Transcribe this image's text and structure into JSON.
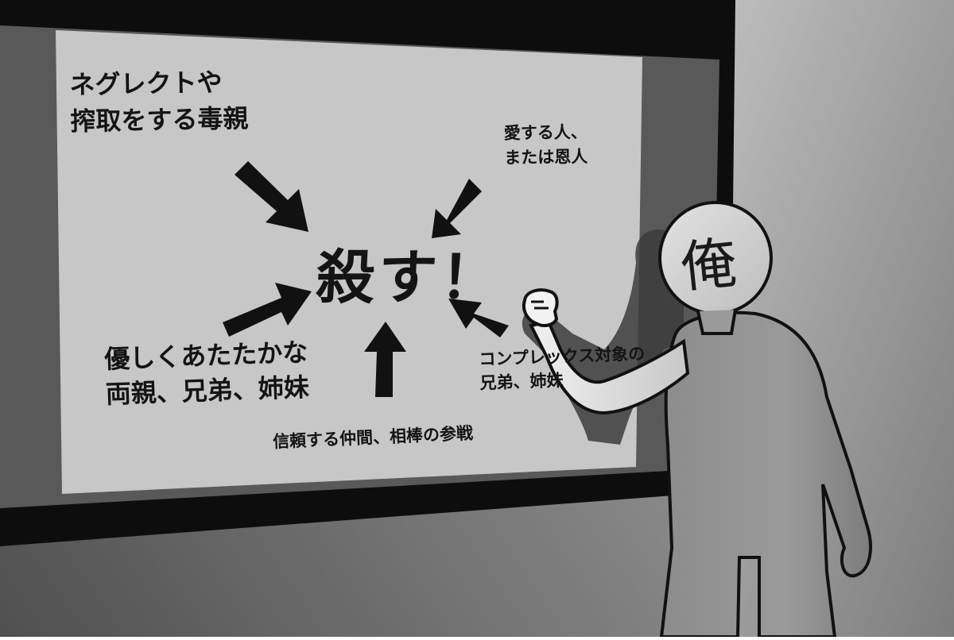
{
  "board": {
    "top_left_text": "ネグレクトや\n搾取をする毒親",
    "top_right_text": "愛する人、\nまたは恩人",
    "center_text": "殺す！",
    "bottom_left_text": "優しくあたたかな\n両親、兄弟、姉妹",
    "bottom_center_text": "信頼する仲間、相棒の参戦",
    "bottom_right_text": "コンプレックス対象の\n兄弟、姉妹"
  },
  "figure": {
    "head_kanji": "俺"
  },
  "colors": {
    "board_fill": "#c7c7c7",
    "frame": "#0d0d0d",
    "wall_light": "#bdbdbd",
    "wall_dark": "#4a4a4a",
    "figure_fill": "#8e8e8e",
    "text": "#141414"
  }
}
